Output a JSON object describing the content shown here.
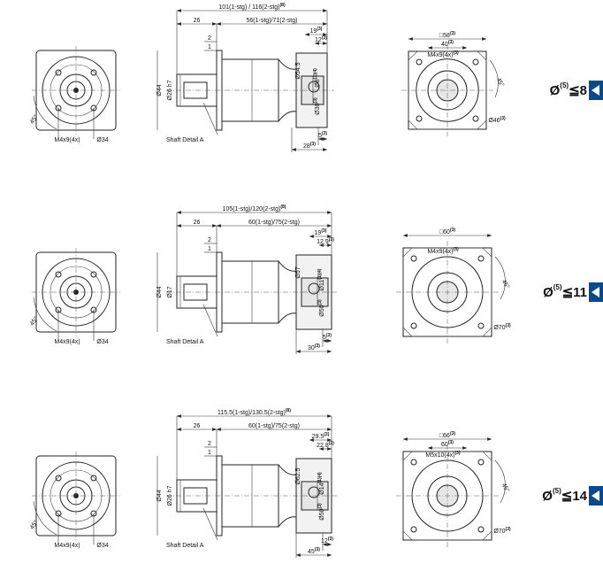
{
  "rows": [
    {
      "id": "8",
      "badge": {
        "prefix": "Ø",
        "sup": "(5)",
        "rel": "≦",
        "value": "8"
      },
      "front": {
        "bolt": "M4x9(4x)",
        "pcd": "Ø34",
        "angle": "45°"
      },
      "side": {
        "total": "101(1-stg) / 116(2-stg)",
        "total_sup": "(8)",
        "shaft": "26",
        "body": "56(1-stg)/71(2-stg)",
        "flange": "19",
        "flange_sup": "(3)",
        "thick": "12",
        "thick_sup": "(3)",
        "d_body": "Ø44",
        "d_shaft": "Ø26 h7",
        "d_neck": "Ø54.5",
        "d_in": "Ø8",
        "d_in_sup": "(1)(4)",
        "d_pilot": "Ø30",
        "d_pilot_sup": "(3)",
        "bot1": "5",
        "bot1_sup": "(3)",
        "bot2": "28",
        "bot2_sup": "(3)",
        "key1": "2",
        "key2": "1",
        "detail": "Shaft Detail  A"
      },
      "motor": {
        "sq": "□58",
        "sq_sup": "(3)",
        "sq2": "40",
        "sq2_sup": "(3)",
        "bolt": "M4x9(4x)",
        "bolt_sup": "(3)",
        "pcd": "Ø46",
        "pcd_sup": "(3)",
        "angle": "45°"
      }
    },
    {
      "id": "11",
      "badge": {
        "prefix": "Ø",
        "sup": "(5)",
        "rel": "≦",
        "value": "11"
      },
      "front": {
        "bolt": "M4x9(4x)",
        "pcd": "Ø34",
        "angle": "45°"
      },
      "side": {
        "total": "105(1-stg)/120(2-stg)",
        "total_sup": "(8)",
        "shaft": "26",
        "body": "60(1-stg)/75(2-stg)",
        "flange": "19",
        "flange_sup": "(3)",
        "thick": "12.9",
        "thick_sup": "(3)",
        "d_body": "Ø44",
        "d_shaft": "Ø17",
        "d_neck": "Ø57",
        "d_in": "Ø11",
        "d_in_sup": "(1)(4)",
        "d_pilot": "Ø50",
        "d_pilot_sup": "(3)",
        "bot1": "5",
        "bot1_sup": "(3)",
        "bot2": "30",
        "bot2_sup": "(3)",
        "key1": "2",
        "key2": "1",
        "detail": "Shaft Detail  A"
      },
      "motor": {
        "sq": "□60",
        "sq_sup": "(3)",
        "bolt": "M4x9(4x)",
        "bolt_sup": "(3)",
        "pcd": "Ø70",
        "pcd_sup": "(3)",
        "angle": "45°"
      }
    },
    {
      "id": "14",
      "badge": {
        "prefix": "Ø",
        "sup": "(5)",
        "rel": "≦",
        "value": "14"
      },
      "front": {
        "bolt": "M4x9(4x)",
        "pcd": "Ø34",
        "angle": "45°"
      },
      "side": {
        "total": "115.5(1-stg)/130.5(2-stg)",
        "total_sup": "(8)",
        "shaft": "26",
        "body": "60(1-stg)/75(2-stg)",
        "flange": "29.5",
        "flange_sup": "(3)",
        "thick": "22.8",
        "thick_sup": "(3)",
        "d_body": "Ø44",
        "d_shaft": "Ø26 h7",
        "d_neck": "Ø62.5",
        "d_in": "Ø14",
        "d_in_sup": "(1)(4)",
        "d_pilot": "Ø50",
        "d_pilot_sup": "(3)",
        "bot1": "12",
        "bot1_sup": "(3)",
        "bot2": "45",
        "bot2_sup": "(3)",
        "key1": "2",
        "key2": "1",
        "detail": "Shaft Detail  A"
      },
      "motor": {
        "sq": "□66",
        "sq_sup": "(3)",
        "sq2": "60",
        "sq2_sup": "(3)",
        "bolt": "M5x10(4x)",
        "bolt_sup": "(3)",
        "pcd": "Ø70",
        "pcd_sup": "(3)",
        "angle": "45°"
      }
    }
  ]
}
